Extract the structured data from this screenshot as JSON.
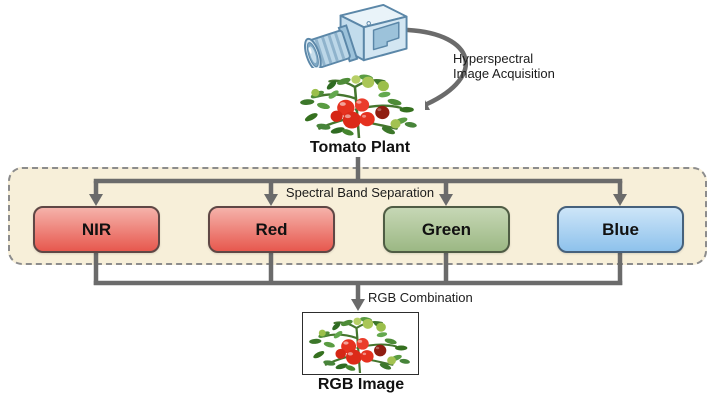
{
  "diagram": {
    "acquisition_label_line1": "Hyperspectral",
    "acquisition_label_line2": "Image Acquisition",
    "tomato_plant_label": "Tomato Plant",
    "band_separation_label": "Spectral Band Separation",
    "rgb_combination_label": "RGB Combination",
    "rgb_image_label": "RGB Image",
    "bands": [
      {
        "label": "NIR",
        "fill_top": "#f5b2aa",
        "fill_bottom": "#e7584e",
        "border": "#5f4745"
      },
      {
        "label": "Red",
        "fill_top": "#f5b2aa",
        "fill_bottom": "#e7584e",
        "border": "#5f4745"
      },
      {
        "label": "Green",
        "fill_top": "#c6d7b5",
        "fill_bottom": "#9cb884",
        "border": "#4f5c44"
      },
      {
        "label": "Blue",
        "fill_top": "#cde5f8",
        "fill_bottom": "#8ec2ec",
        "border": "#46617c"
      }
    ],
    "colors": {
      "panel_bg": "#f7efd9",
      "panel_border": "#8c8c8c",
      "connector": "#6b6b6b",
      "text": "#111111"
    }
  }
}
